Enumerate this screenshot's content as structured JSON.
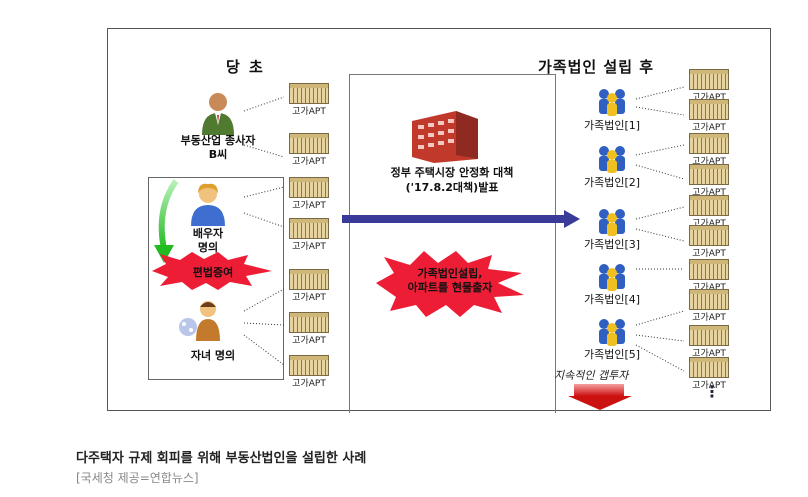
{
  "diagram": {
    "left_title": "당 초",
    "right_title": "가족법인 설립 후",
    "owner_label_1": "부동산업 종사자",
    "owner_label_2": "B씨",
    "spouse_label_1": "배우자",
    "spouse_label_2": "명의",
    "child_label": "자녀 명의",
    "gift_label": "편법증여",
    "apt_label": "고가APT",
    "gov_line_1": "정부 주택시장 안정화 대책",
    "gov_line_2": "('17.8.2대책)발표",
    "star_line_1": "가족법인설립,",
    "star_line_2": "아파트를 현물출자",
    "corp_labels": [
      "가족법인[1]",
      "가족법인[2]",
      "가족법인[3]",
      "가족법인[4]",
      "가족법인[5]"
    ],
    "handwritten_note": "지속적인 갭투자",
    "ellipsis": "⋮"
  },
  "caption": {
    "title": "다주택자 규제 회피를 위해 부동산법인을 설립한 사례",
    "source": "[국세청 제공=연합뉴스]"
  },
  "colors": {
    "arrow": "#3a3a9a",
    "gift_arrow": "#33cc33",
    "star": "#ee1d36",
    "down_arrow": "#cc1111",
    "building": "#c0392b",
    "corp_blue": "#2f5fc0",
    "corp_yellow": "#f0c020"
  }
}
